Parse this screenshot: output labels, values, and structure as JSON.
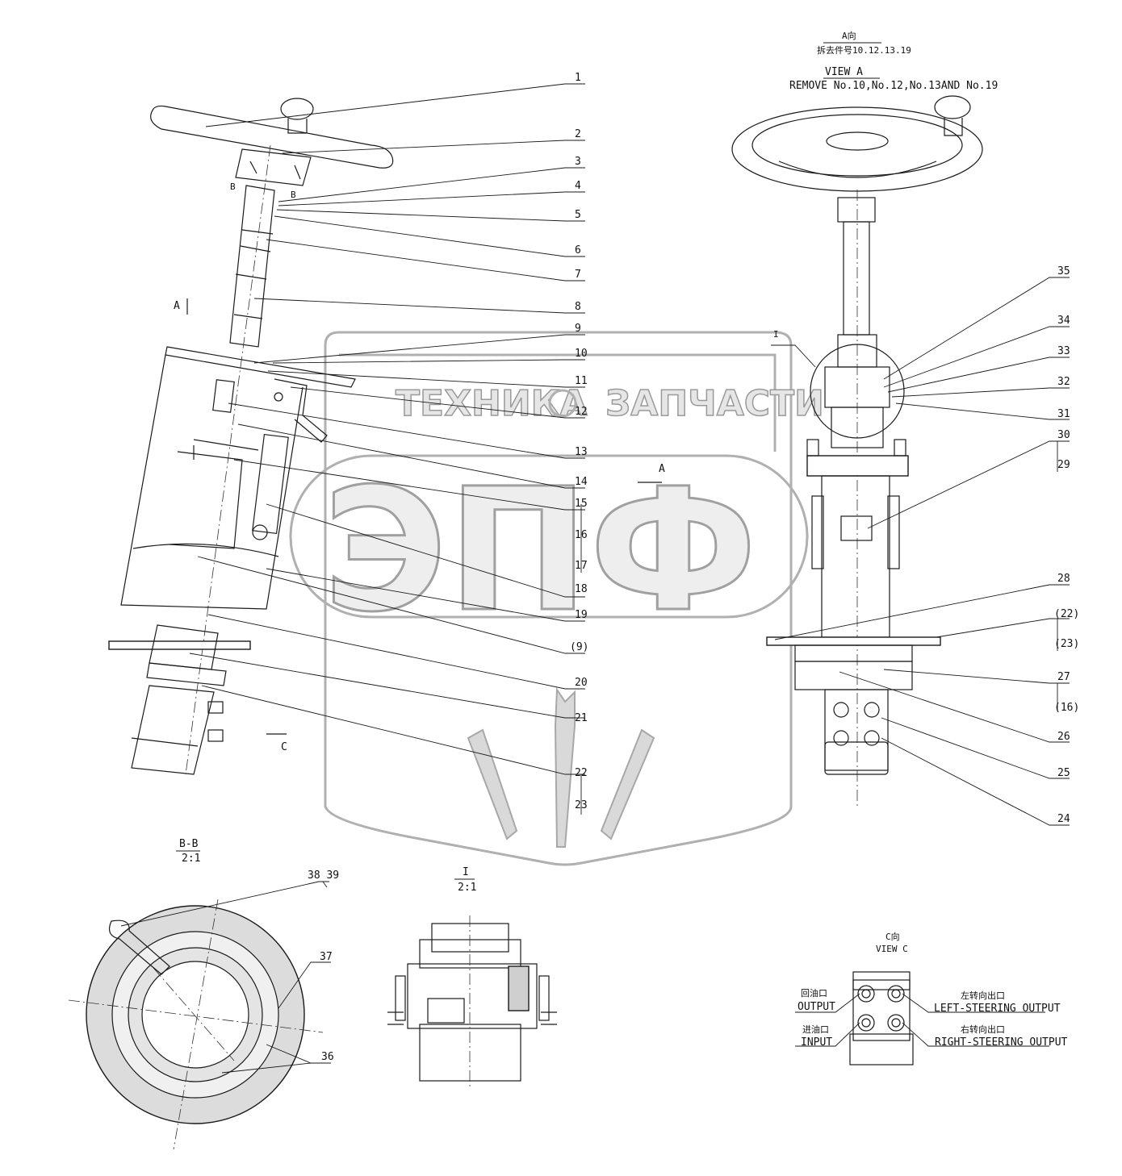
{
  "part_numbers": [
    "1",
    "2",
    "3",
    "4",
    "5",
    "6",
    "7",
    "8",
    "9",
    "10",
    "11",
    "12",
    "13",
    "14",
    "15",
    "16",
    "17",
    "18",
    "19",
    "(9)",
    "20",
    "21",
    "22",
    "23",
    "24",
    "25",
    "26",
    "27",
    "(16)",
    "28",
    "(22)",
    "(23)",
    "29",
    "30",
    "31",
    "32",
    "33",
    "34",
    "35",
    "36",
    "37",
    "38 39"
  ],
  "view_a": {
    "title_cn": "A向",
    "note_cn": "拆去件号10.12.13.19",
    "title_en": "VIEW A",
    "note_en": "REMOVE No.10,No.12,No.13AND No.19"
  },
  "section_bb": {
    "label": "B-B",
    "scale": "2:1"
  },
  "detail_i": {
    "label": "I",
    "scale": "2:1"
  },
  "view_c": {
    "title_cn": "C向",
    "title_en": "VIEW C",
    "output_cn": "回油口",
    "output_en": "OUTPUT",
    "input_cn": "进油口",
    "input_en": "INPUT",
    "left_cn": "左转向出口",
    "left_en": "LEFT-STEERING OUTPUT",
    "right_cn": "右转向出口",
    "right_en": "RIGHT-STEERING OUTPUT"
  },
  "markers": {
    "a1": "A",
    "a2": "A",
    "c": "C",
    "b1": "B",
    "b2": "B",
    "i": "I"
  },
  "watermark": {
    "top_left": "ТЕХНИКА",
    "top_right": "ЗАПЧАСТИ",
    "big": "ЭПФ"
  }
}
